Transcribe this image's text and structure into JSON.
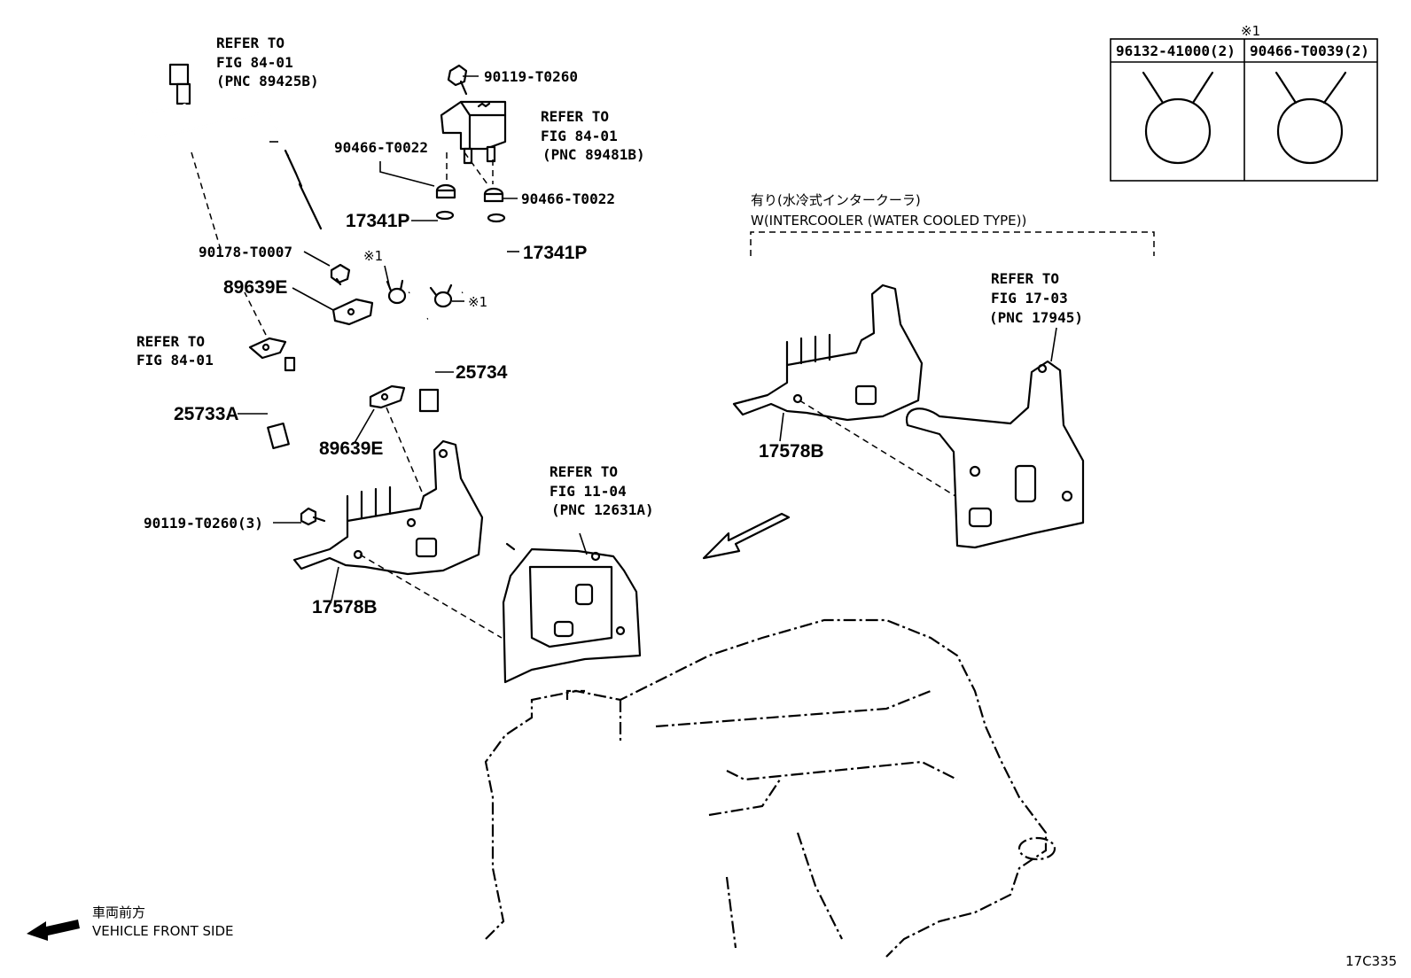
{
  "illustration_id": "17C335",
  "front_side": {
    "jp": "車両前方",
    "en": "VEHICLE FRONT SIDE"
  },
  "intercooler_note": {
    "jp": "有り(水冷式インタークーラ)",
    "en": "W(INTERCOOLER (WATER COOLED TYPE))"
  },
  "kit_table": {
    "mark": "※1",
    "columns": [
      "96132-41000(2)",
      "90466-T0039(2)"
    ]
  },
  "refs": {
    "ref1": {
      "l1": "REFER TO",
      "l2": "FIG 84-01",
      "l3": "(PNC 89425B)"
    },
    "ref2": {
      "l1": "REFER TO",
      "l2": "FIG 84-01",
      "l3": "(PNC 89481B)"
    },
    "ref3": {
      "l1": "REFER TO",
      "l2": "FIG 84-01"
    },
    "ref4": {
      "l1": "REFER TO",
      "l2": "FIG 11-04",
      "l3": "(PNC 12631A)"
    },
    "ref5": {
      "l1": "REFER TO",
      "l2": "FIG 17-03",
      "l3": "(PNC 17945)"
    }
  },
  "parts": {
    "p90119_top": "90119-T0260",
    "p90466_a": "90466-T0022",
    "p90466_b": "90466-T0022",
    "p17341_l": "17341P",
    "p17341_r": "17341P",
    "p90178": "90178-T0007",
    "p89639_a": "89639E",
    "p89639_b": "89639E",
    "p25734": "25734",
    "p25733": "25733A",
    "p90119_3": "90119-T0260(3)",
    "p17578_l": "17578B",
    "p17578_r": "17578B",
    "mark1_a": "※1",
    "mark1_b": "※1"
  }
}
